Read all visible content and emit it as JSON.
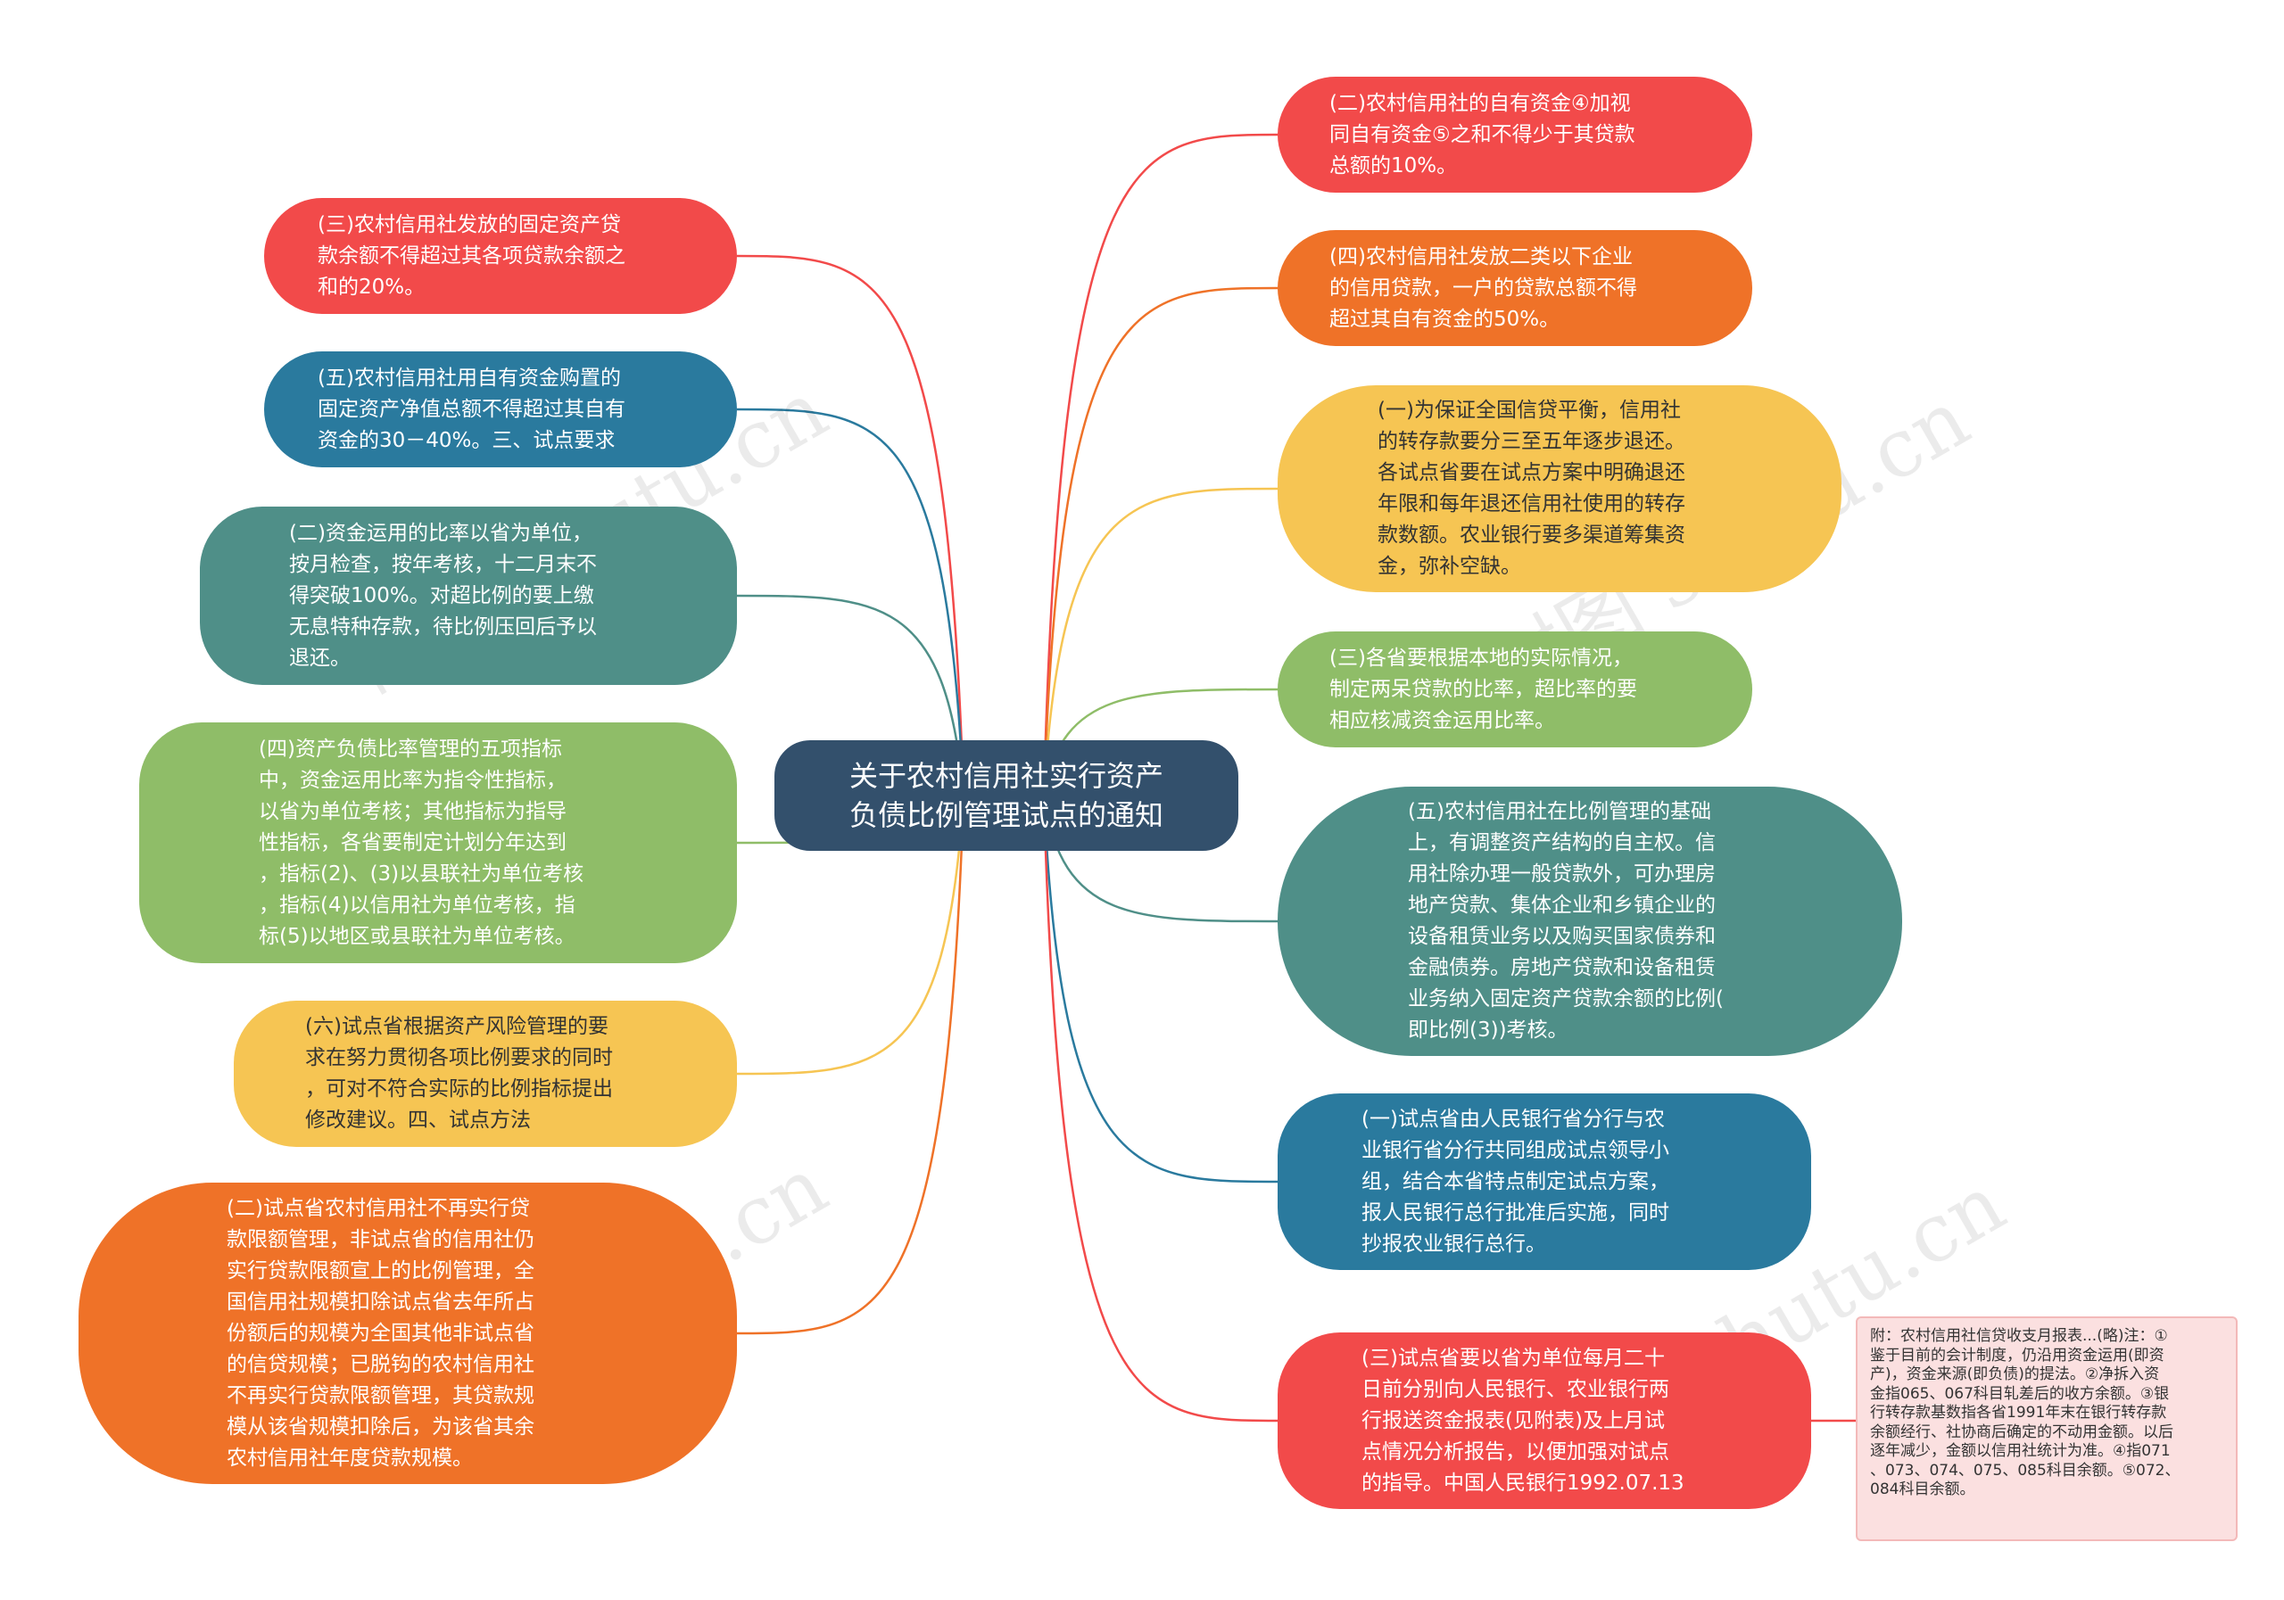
{
  "colors": {
    "red": "#f24a4a",
    "orange": "#ef7228",
    "yellow": "#f6c553",
    "green": "#8fbd68",
    "teal": "#4f8f88",
    "blue": "#2a7a9e",
    "center": "#33506c",
    "note_bg": "#fbe0e0"
  },
  "center": {
    "label": "关于农村信用社实行资产\n负债比例管理试点的通知"
  },
  "left_nodes": [
    {
      "id": "L1",
      "color": "red",
      "text": "(三)农村信用社发放的固定资产贷\n款余额不得超过其各项贷款余额之\n和的20%。"
    },
    {
      "id": "L2",
      "color": "blue",
      "text": "(五)农村信用社用自有资金购置的\n固定资产净值总额不得超过其自有\n资金的30－40%。三、试点要求"
    },
    {
      "id": "L3",
      "color": "teal",
      "text": "(二)资金运用的比率以省为单位，\n按月检查，按年考核，十二月末不\n得突破100%。对超比例的要上缴\n无息特种存款，待比例压回后予以\n退还。"
    },
    {
      "id": "L4",
      "color": "green",
      "text": "(四)资产负债比率管理的五项指标\n中，资金运用比率为指令性指标，\n以省为单位考核；其他指标为指导\n性指标，各省要制定计划分年达到\n，指标(2)、(3)以县联社为单位考核\n，指标(4)以信用社为单位考核，指\n标(5)以地区或县联社为单位考核。"
    },
    {
      "id": "L5",
      "color": "yellow",
      "text": "(六)试点省根据资产风险管理的要\n求在努力贯彻各项比例要求的同时\n，可对不符合实际的比例指标提出\n修改建议。四、试点方法"
    },
    {
      "id": "L6",
      "color": "orange",
      "text": "(二)试点省农村信用社不再实行贷\n款限额管理，非试点省的信用社仍\n实行贷款限额宣上的比例管理，全\n国信用社规模扣除试点省去年所占\n份额后的规模为全国其他非试点省\n的信贷规模；已脱钩的农村信用社\n不再实行贷款限额管理，其贷款规\n模从该省规模扣除后，为该省其余\n农村信用社年度贷款规模。"
    }
  ],
  "right_nodes": [
    {
      "id": "R1",
      "color": "red",
      "text": "(二)农村信用社的自有资金④加视\n同自有资金⑤之和不得少于其贷款\n总额的10%。"
    },
    {
      "id": "R2",
      "color": "orange",
      "text": "(四)农村信用社发放二类以下企业\n的信用贷款，一户的贷款总额不得\n超过其自有资金的50%。"
    },
    {
      "id": "R3",
      "color": "yellow",
      "text": "(一)为保证全国信贷平衡，信用社\n的转存款要分三至五年逐步退还。\n各试点省要在试点方案中明确退还\n年限和每年退还信用社使用的转存\n款数额。农业银行要多渠道筹集资\n金，弥补空缺。"
    },
    {
      "id": "R4",
      "color": "green",
      "text": "(三)各省要根据本地的实际情况，\n制定两呆贷款的比率，超比率的要\n相应核减资金运用比率。"
    },
    {
      "id": "R5",
      "color": "teal",
      "text": "(五)农村信用社在比例管理的基础\n上，有调整资产结构的自主权。信\n用社除办理一般贷款外，可办理房\n地产贷款、集体企业和乡镇企业的\n设备租赁业务以及购买国家债券和\n金融债券。房地产贷款和设备租赁\n业务纳入固定资产贷款余额的比例(\n即比例(3))考核。"
    },
    {
      "id": "R6",
      "color": "blue",
      "text": "(一)试点省由人民银行省分行与农\n业银行省分行共同组成试点领导小\n组，结合本省特点制定试点方案，\n报人民银行总行批准后实施，同时\n抄报农业银行总行。"
    },
    {
      "id": "R7",
      "color": "red",
      "text": "(三)试点省要以省为单位每月二十\n日前分别向人民银行、农业银行两\n行报送资金报表(见附表)及上月试\n点情况分析报告，以便加强对试点\n的指导。中国人民银行1992.07.13"
    }
  ],
  "note": {
    "text": "附：农村信用社信贷收支月报表...(略)注：①\n鉴于目前的会计制度，仍沿用资金运用(即资\n产)，资金来源(即负债)的提法。②净拆入资\n金指065、067科目轧差后的收方余额。③银\n行转存款基数指各省1991年末在银行转存款\n余额经行、社协商后确定的不动用金额。以后\n逐年减少，金额以信用社统计为准。④指071\n、073、074、075、085科目余额。⑤072、\n084科目余额。"
  },
  "watermarks": [
    "树图 shutu.cn",
    "树图 shutu.cn",
    "树图 shutu.cn",
    "树图 shutu.cn"
  ]
}
